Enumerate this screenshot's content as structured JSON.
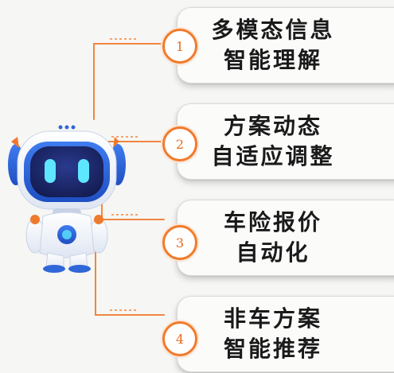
{
  "items": [
    {
      "number": "1",
      "line1": "多模态信息",
      "line2": "智能理解"
    },
    {
      "number": "2",
      "line1": "方案动态",
      "line2": "自适应调整"
    },
    {
      "number": "3",
      "line1": "车险报价",
      "line2": "自动化"
    },
    {
      "number": "4",
      "line1": "非车方案",
      "line2": "智能推荐"
    }
  ],
  "colors": {
    "accent": "#f07a2c",
    "robot_blue": "#2f67d8",
    "robot_face": "#1f2a6a",
    "eye": "#5ee6ff"
  },
  "icons": [
    "robot-mascot-icon"
  ]
}
